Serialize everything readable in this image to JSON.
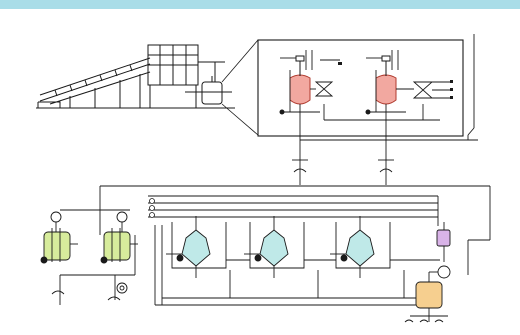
{
  "page": {
    "top_band_color": "#a9dde8"
  },
  "palette": {
    "line": "#1a1a1a",
    "reactor_fill": "#f2a8a0",
    "reactor_stroke": "#b03a2e",
    "green_tank_fill": "#d7ec9c",
    "cyan_vessel_fill": "#bfe9e8",
    "orange_tank_fill": "#f6cf8f",
    "purple_vessel_fill": "#d9b3e8",
    "inset_fill": "#ffffff",
    "ground_fill": "#ffffff"
  },
  "components": [
    {
      "id": "conveyor",
      "name": "inclined-conveyor"
    },
    {
      "id": "hopper_frame",
      "name": "hopper-frame"
    },
    {
      "id": "small_tank",
      "name": "feed-tank"
    },
    {
      "id": "reactor_1",
      "name": "reactor-vessel-1"
    },
    {
      "id": "reactor_2",
      "name": "reactor-vessel-2"
    },
    {
      "id": "green_tank_1",
      "name": "green-tank-1"
    },
    {
      "id": "green_tank_2",
      "name": "green-tank-2"
    },
    {
      "id": "cyan_1",
      "name": "conical-vessel-1"
    },
    {
      "id": "cyan_2",
      "name": "conical-vessel-2"
    },
    {
      "id": "cyan_3",
      "name": "conical-vessel-3"
    },
    {
      "id": "purple_vessel",
      "name": "small-purple-vessel"
    },
    {
      "id": "orange_tank",
      "name": "collection-tank"
    }
  ]
}
